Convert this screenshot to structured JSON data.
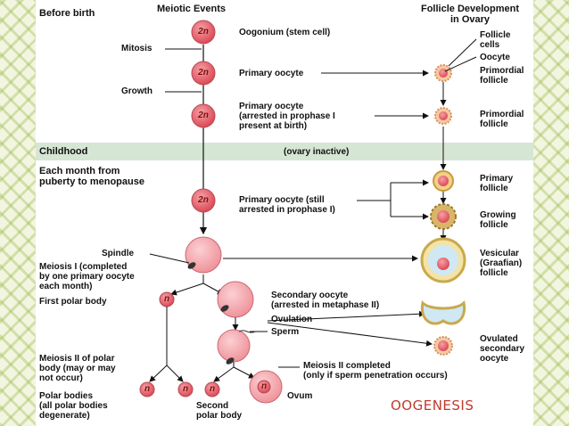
{
  "headers": {
    "before_birth": "Before birth",
    "meiotic_events": "Meiotic Events",
    "follicle_development": "Follicle Development\nin Ovary"
  },
  "left_labels": {
    "mitosis": "Mitosis",
    "growth": "Growth",
    "childhood": "Childhood",
    "each_month": "Each month from\npuberty to menopause",
    "spindle": "Spindle",
    "meiosis1": "Meiosis I (completed\nby one primary oocyte\neach month)",
    "first_polar_body": "First polar body",
    "meiosis2_polar": "Meiosis II of polar\nbody (may or may\nnot occur)",
    "polar_bodies": "Polar bodies\n(all polar bodies\ndegenerate)",
    "second_polar_body": "Second\npolar body"
  },
  "center_labels": {
    "oogonium": "Oogonium (stem cell)",
    "primary_oocyte": "Primary oocyte",
    "primary_oocyte_arrested": "Primary oocyte\n(arrested in prophase I\npresent at birth)",
    "ovary_inactive": "(ovary inactive)",
    "primary_oocyte_still": "Primary oocyte (still\narrested in prophase I)",
    "secondary_oocyte": "Secondary oocyte\n(arrested in metaphase II)",
    "ovulation": "Ovulation",
    "sperm": "Sperm",
    "meiosis2_completed": "Meiosis II completed\n(only if sperm penetration occurs)",
    "ovum": "Ovum"
  },
  "right_labels": {
    "follicle_cells": "Follicle\ncells",
    "oocyte": "Oocyte",
    "primordial_follicle_1": "Primordial\nfollicle",
    "primordial_follicle_2": "Primordial\nfollicle",
    "primary_follicle": "Primary\nfollicle",
    "growing_follicle": "Growing\nfollicle",
    "vesicular_follicle": "Vesicular\n(Graafian)\nfollicle",
    "ovulated_secondary_oocyte": "Ovulated\nsecondary\noocyte"
  },
  "cell_text": {
    "diploid": "2n",
    "haploid": "n"
  },
  "title": "OOGENESIS",
  "colors": {
    "cell_fill": "#f4a7ac",
    "cell_stroke": "#c96a72",
    "band": "#d6e6d4",
    "title": "#c0392b"
  }
}
